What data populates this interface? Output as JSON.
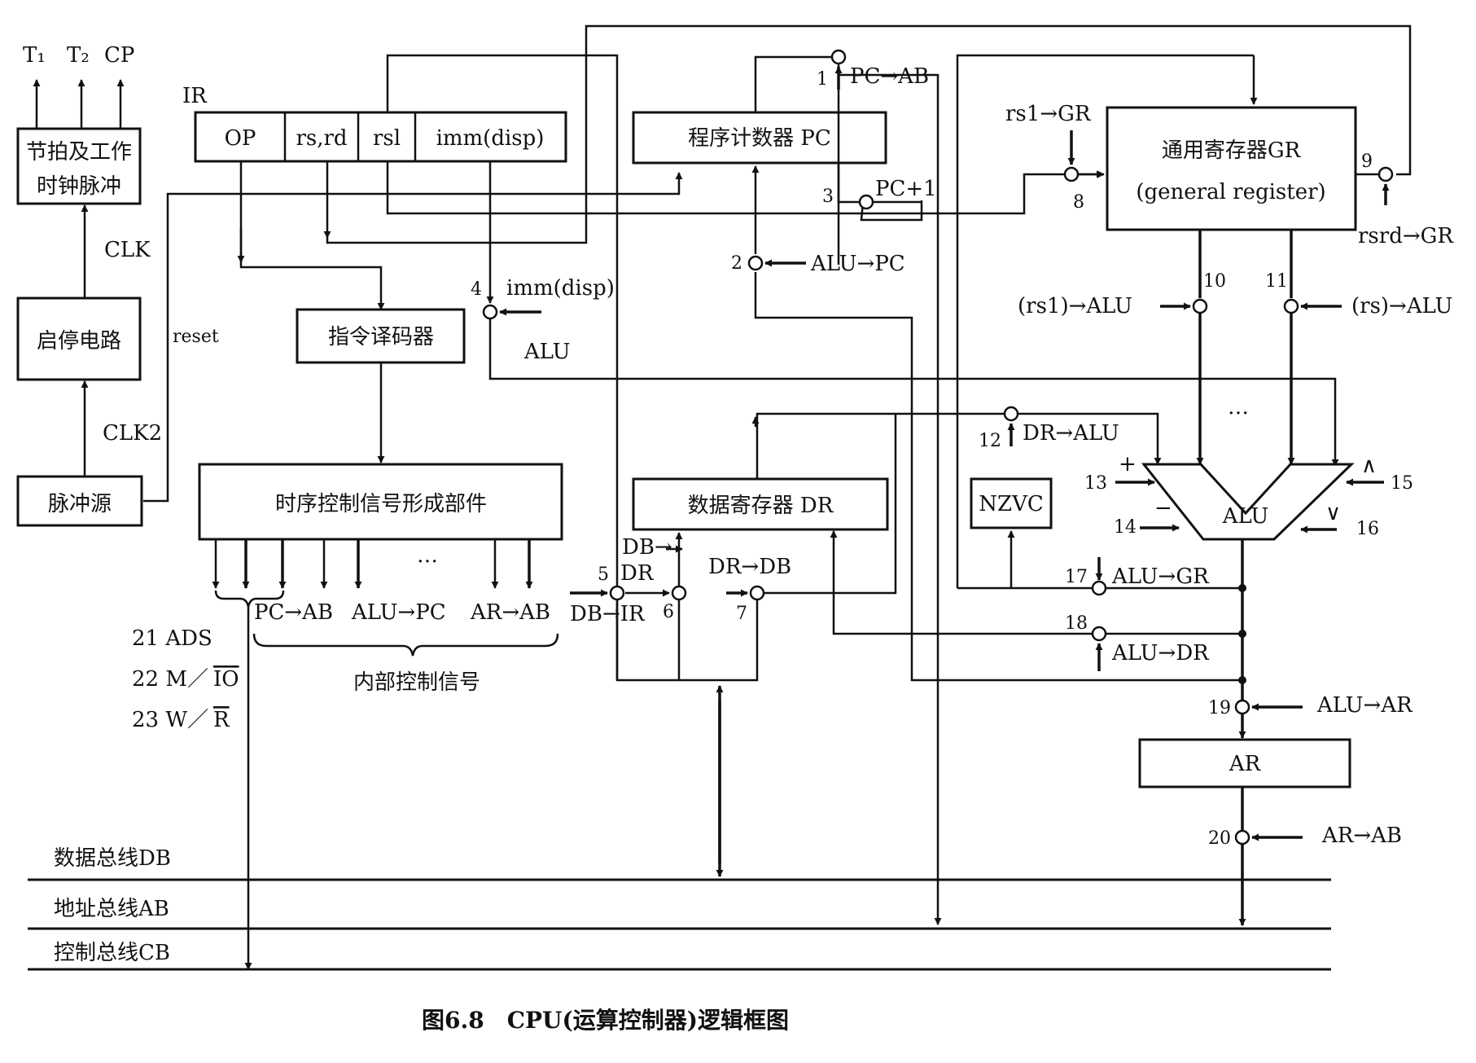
{
  "outputs": [
    "T₁",
    "T₂",
    "CP"
  ],
  "blocks": {
    "timing": [
      "节拍及工作",
      "时钟脉冲"
    ],
    "startstop": "启停电路",
    "pulse": "脉冲源",
    "decoder": "指令译码器",
    "control_unit": "时序控制信号形成部件",
    "pc": "程序计数器 PC",
    "gr": [
      "通用寄存器GR",
      "(general register)"
    ],
    "dr": "数据寄存器 DR",
    "nzvc": "NZVC",
    "alu": "ALU",
    "ar": "AR"
  },
  "ir": {
    "label": "IR",
    "fields": [
      "OP",
      "rs,rd",
      "rsl",
      "imm(disp)"
    ]
  },
  "clock_labels": {
    "clk": "CLK",
    "clk2": "CLK2",
    "reset": "reset"
  },
  "gates": {
    "g1": {
      "num": "1",
      "label": "PC→AB"
    },
    "g2": {
      "num": "2",
      "label": "ALU→PC"
    },
    "g3": {
      "num": "3",
      "label": "PC+1"
    },
    "g4": {
      "num": "4",
      "label": "imm(disp)",
      "sub": "ALU"
    },
    "g5": {
      "num": "5",
      "label": "DB→IR",
      "sub": "DR"
    },
    "g6": {
      "num": "6",
      "label": "DB→"
    },
    "g7": {
      "num": "7",
      "label": "DR→DB"
    },
    "g8": {
      "num": "8",
      "label": "rs1→GR"
    },
    "g9": {
      "num": "9",
      "label": "rsrd→GR"
    },
    "g10": {
      "num": "10",
      "label": "(rs1)→ALU"
    },
    "g11": {
      "num": "11",
      "label": "(rs)→ALU"
    },
    "g12": {
      "num": "12",
      "label": "DR→ALU"
    },
    "g13": {
      "num": "13",
      "label": "+"
    },
    "g14": {
      "num": "14",
      "label": "−"
    },
    "g15": {
      "num": "15",
      "label": "∧"
    },
    "g16": {
      "num": "16",
      "label": "∨"
    },
    "g17": {
      "num": "17",
      "label": "ALU→GR"
    },
    "g18": {
      "num": "18",
      "label": "ALU→DR"
    },
    "g19": {
      "num": "19",
      "label": "ALU→AR"
    },
    "g20": {
      "num": "20",
      "label": "AR→AB"
    }
  },
  "ellipsis": "…",
  "control_signals": {
    "internal": [
      "PC→AB",
      "ALU→PC",
      "AR→AB"
    ],
    "internal_caption": "内部控制信号",
    "external": [
      "21  ADS",
      "22  M／",
      "23  W／"
    ],
    "overlines": [
      "IO",
      "R"
    ]
  },
  "buses": [
    "数据总线DB",
    "地址总线AB",
    "控制总线CB"
  ],
  "caption": "图6.8　CPU(运算控制器)逻辑框图"
}
